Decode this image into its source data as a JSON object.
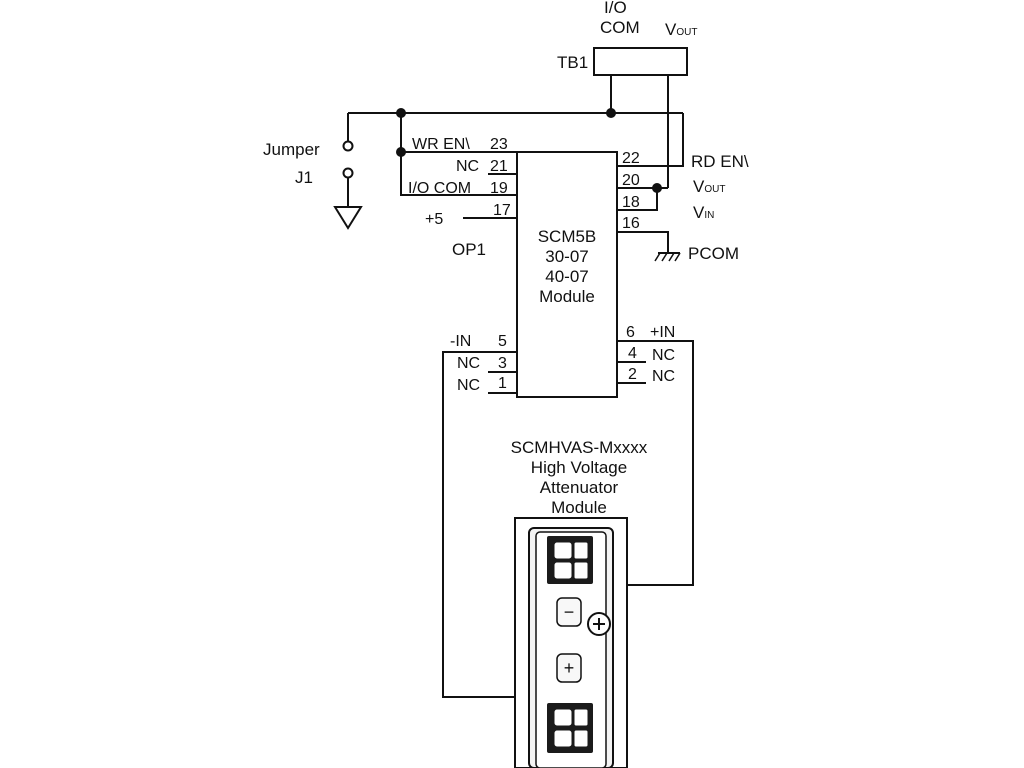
{
  "terminal_block": {
    "io_com_line1": "I/O",
    "io_com_line2": "COM",
    "vout_main": "V",
    "vout_sub": "OUT",
    "name": "TB1"
  },
  "jumper": {
    "label": "Jumper",
    "ref": "J1"
  },
  "module": {
    "line1": "SCM5B",
    "line2": "30-07",
    "line3": "40-07",
    "line4": "Module"
  },
  "left_pins": [
    {
      "name": "WR EN\\",
      "number": "23"
    },
    {
      "name": "NC",
      "number": "21"
    },
    {
      "name": "I/O COM",
      "number": "19"
    },
    {
      "name": "+5",
      "number": "17"
    }
  ],
  "right_pins": [
    {
      "number": "22",
      "name": "RD EN\\"
    },
    {
      "number": "20",
      "name_main": "V",
      "name_sub": "OUT"
    },
    {
      "number": "18",
      "name_main": "V",
      "name_sub": "IN"
    },
    {
      "number": "16",
      "name": "PCOM"
    }
  ],
  "op_label": "OP1",
  "input_pins_left": [
    {
      "name": "-IN",
      "number": "5"
    },
    {
      "name": "NC",
      "number": "3"
    },
    {
      "name": "NC",
      "number": "1"
    }
  ],
  "input_pins_right": [
    {
      "number": "6",
      "name": "+IN"
    },
    {
      "number": "4",
      "name": "NC"
    },
    {
      "number": "2",
      "name": "NC"
    }
  ],
  "attenuator": {
    "line1": "SCMHVAS-Mxxxx",
    "line2": "High Voltage",
    "line3": "Attenuator",
    "line4": "Module"
  },
  "attenuator_face": {
    "minus_symbol": "−",
    "plus_symbol": "+"
  }
}
